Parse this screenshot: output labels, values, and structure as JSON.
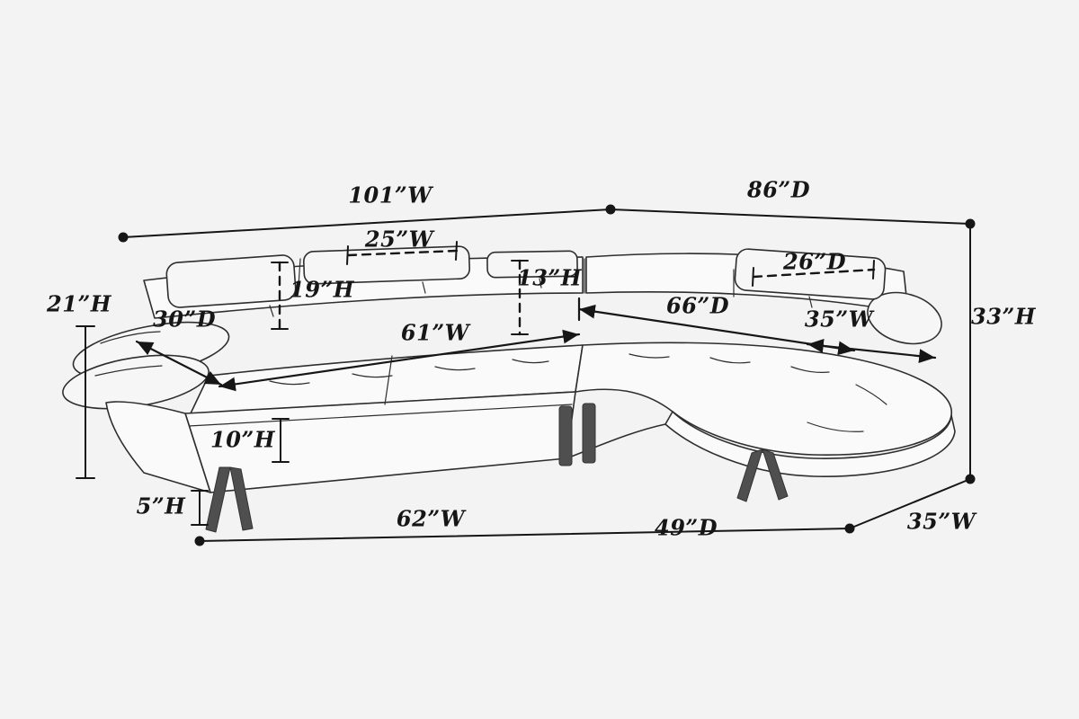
{
  "diagram": {
    "kind": "sectional-sofa-dimension-drawing",
    "colors": {
      "background": "#f3f3f3",
      "line": "#161616",
      "sofa_fill": "#fafafa",
      "sofa_stroke": "#2e2e2e",
      "leg_fill": "#4f4f4f"
    }
  },
  "dimensions": {
    "top_width": "101”W",
    "top_depth": "86”D",
    "headrest_width": "25”W",
    "back_height_left": "19”H",
    "back_height_mid": "13”H",
    "headrest_depth": "26”D",
    "arm_height": "21”H",
    "arm_depth": "30”D",
    "seat_width": "61”W",
    "seat_depth": "66”D",
    "chaise_width_top": "35”W",
    "overall_height": "33”H",
    "seat_height": "10”H",
    "leg_height": "5”H",
    "base_width": "62”W",
    "base_depth": "49”D",
    "chaise_width_bottom": "35”W"
  }
}
